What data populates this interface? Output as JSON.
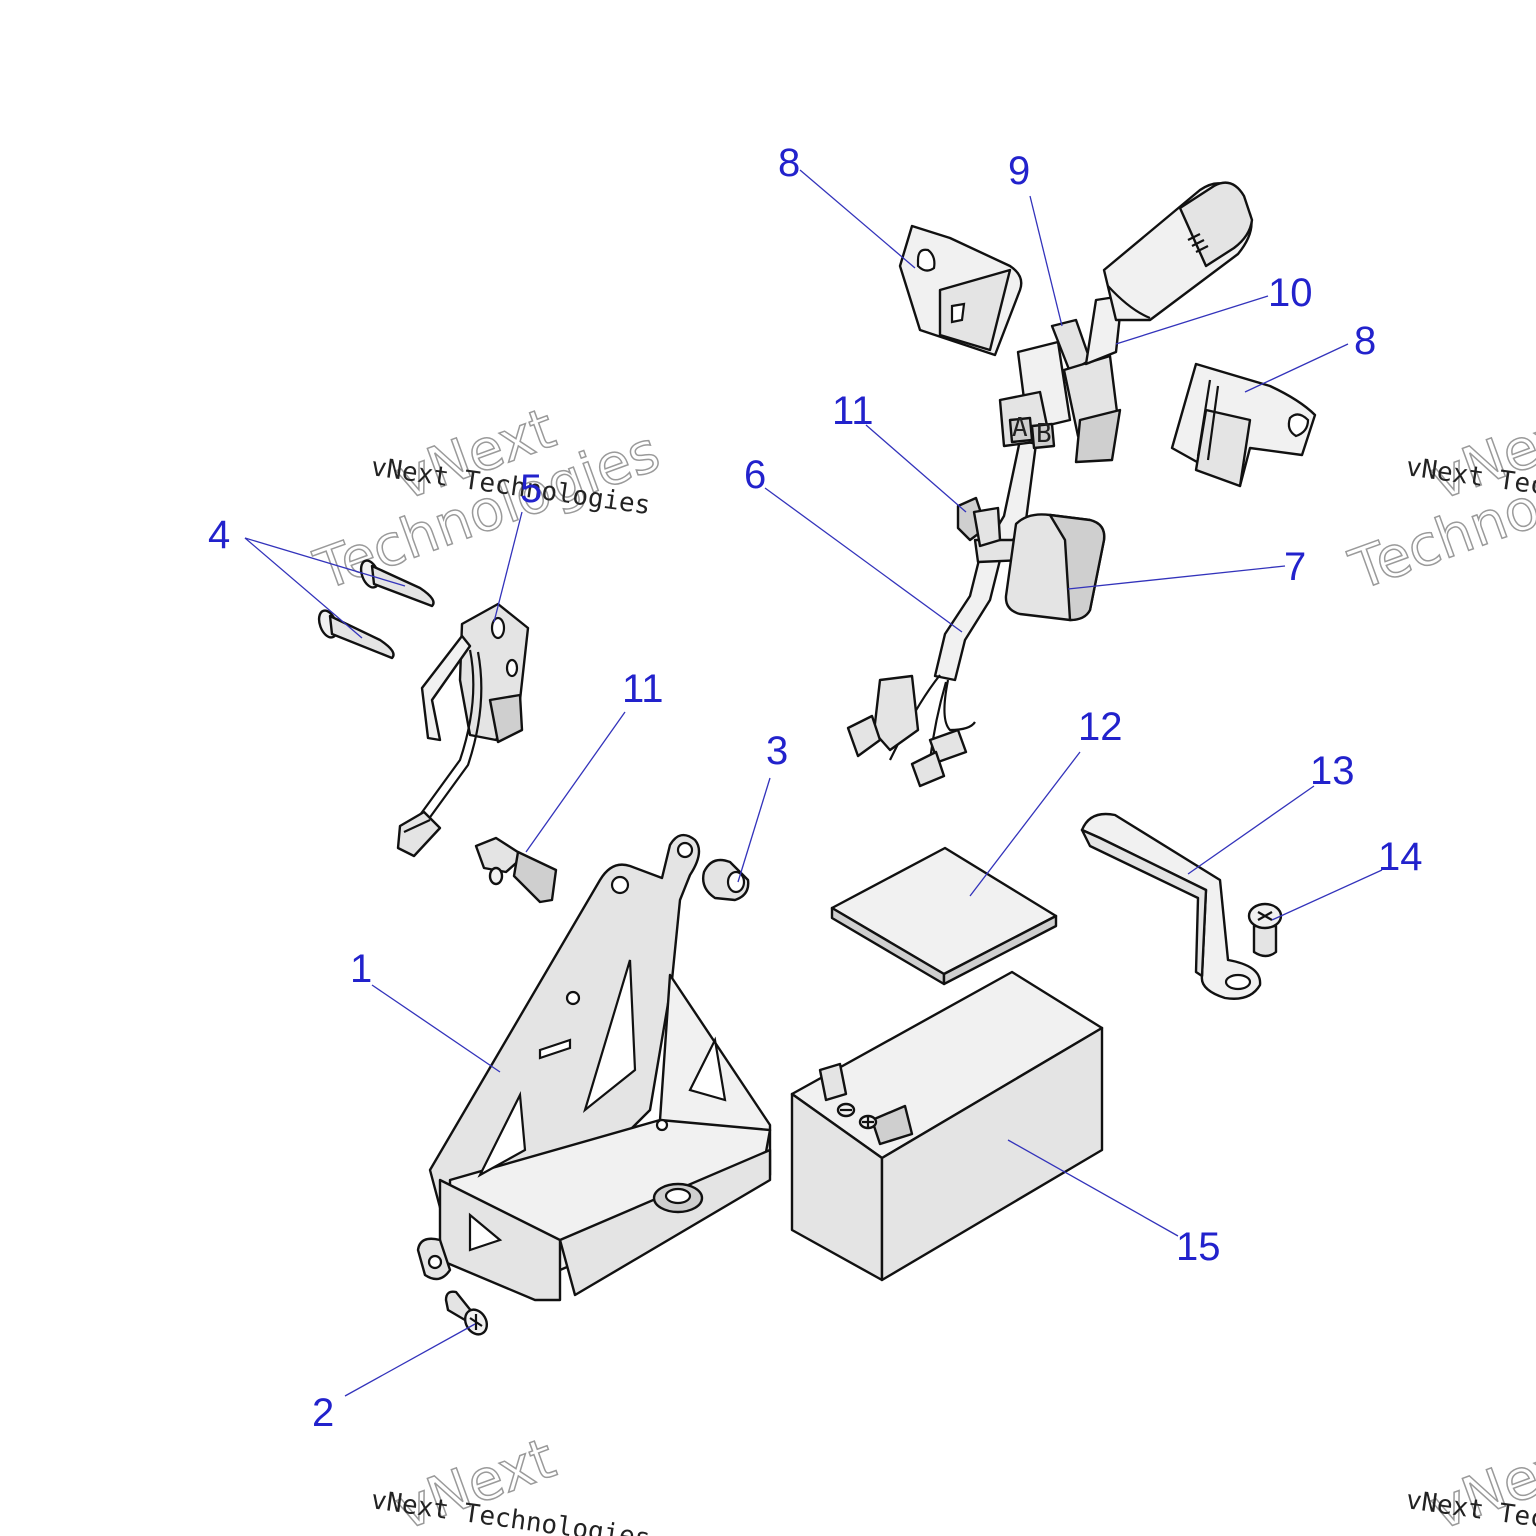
{
  "watermark": {
    "line_small": "vNext Technologies",
    "line_big_1": "vNext",
    "line_big_2": "Technologies"
  },
  "callouts": {
    "c1": "1",
    "c2": "2",
    "c3": "3",
    "c4": "4",
    "c5": "5",
    "c6": "6",
    "c7": "7",
    "c8a": "8",
    "c8b": "8",
    "c9": "9",
    "c10": "10",
    "c11a": "11",
    "c11b": "11",
    "c12": "12",
    "c13": "13",
    "c14": "14",
    "c15": "15"
  },
  "connector_labels": {
    "pin_a": "A",
    "pin_b": "B"
  },
  "colors": {
    "callout": "#2222cc",
    "leader": "#3333bb",
    "part_fill": "#e4e4e4",
    "outline": "#111111"
  }
}
